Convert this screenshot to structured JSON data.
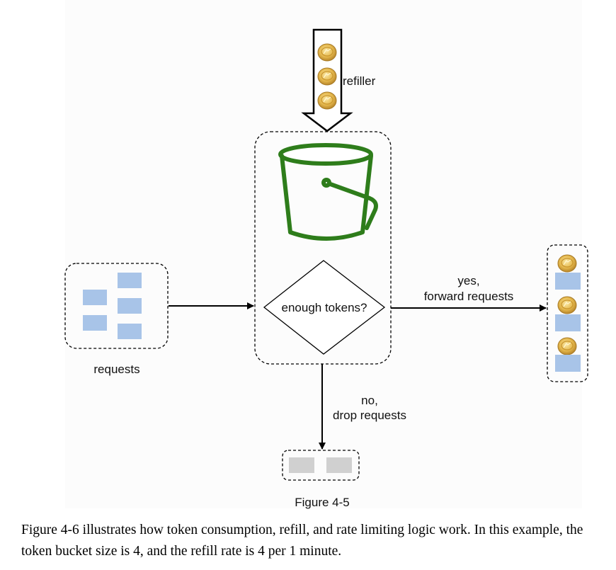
{
  "diagram": {
    "refiller_label": "refiller",
    "decision_label": "enough tokens?",
    "requests_label": "requests",
    "yes_line1": "yes,",
    "yes_line2": "forward requests",
    "no_line1": "no,",
    "no_line2": "drop requests",
    "figure_label": "Figure 4-5"
  },
  "colors": {
    "bucket": "#2e7d1b",
    "request_block": "#a8c4e8",
    "dropped_block": "#d0d0d0",
    "coin": "#e0b24a"
  },
  "icons": {
    "bucket": "bucket-icon",
    "coin": "coin-icon"
  },
  "caption": "Figure 4-6 illustrates how token consumption, refill, and rate limiting logic work. In this example, the token bucket size is 4, and the refill rate is 4 per 1 minute."
}
